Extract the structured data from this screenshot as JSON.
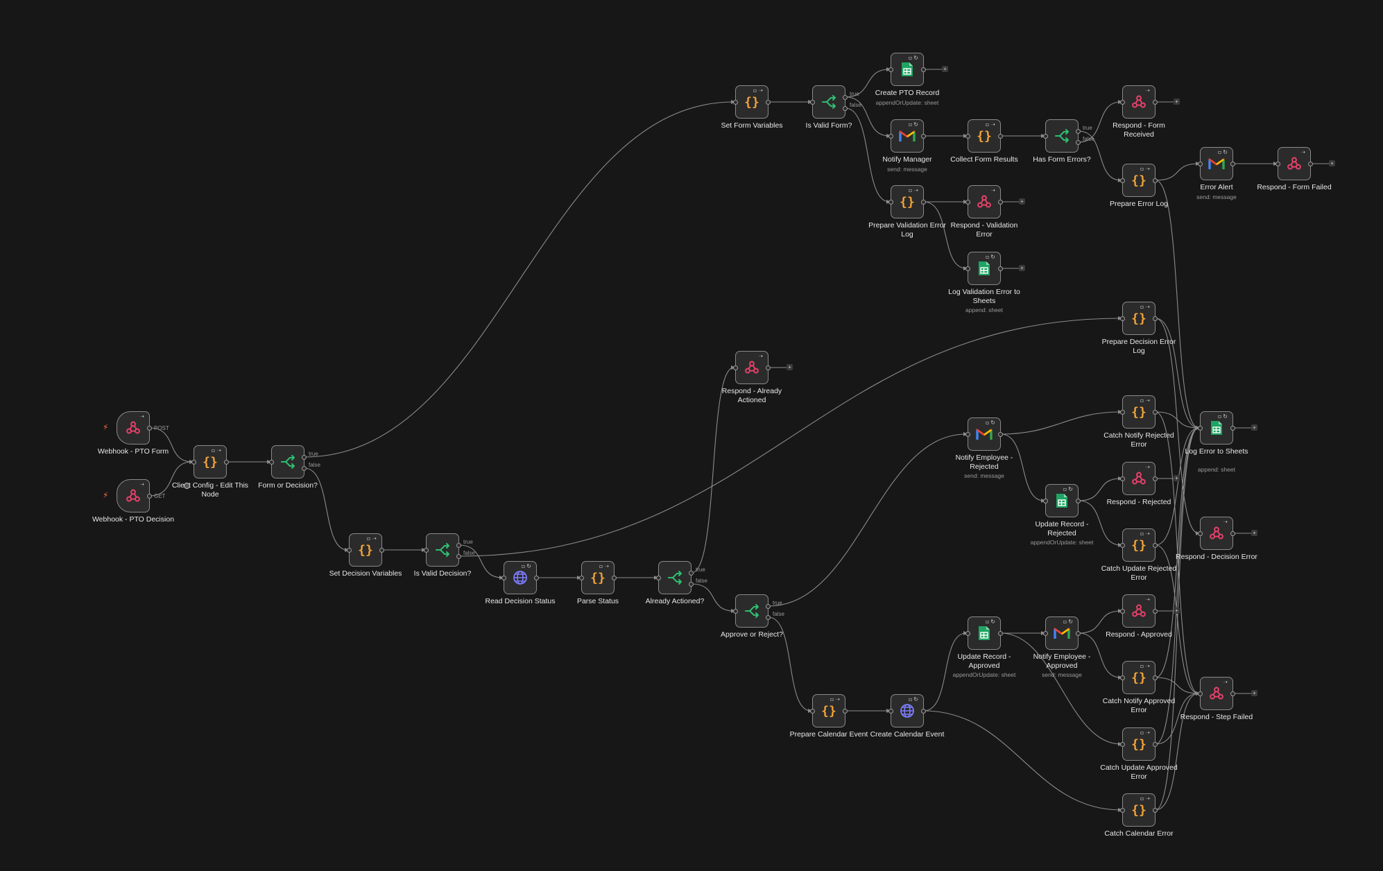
{
  "colors": {
    "background": "#171717",
    "node_fill": "#2b2b2b",
    "node_border": "#8a8a8a",
    "edge": "#8c8c8c",
    "webhook": "#e8416b",
    "code": "#f2a33a",
    "if": "#2fbf71",
    "sheets": "#1fa463",
    "http": "#7d7dff",
    "trigger_bolt": "#ff6d3a"
  },
  "nodes": [
    {
      "id": "wh_form",
      "title": "Webhook - PTO Form",
      "icon": "webhook-icon",
      "method": "POST",
      "trigger": true
    },
    {
      "id": "wh_dec",
      "title": "Webhook - PTO Decision",
      "icon": "webhook-icon",
      "method": "GET",
      "trigger": true
    },
    {
      "id": "client",
      "title": "Client Config - Edit This Node",
      "icon": "code-braces-icon"
    },
    {
      "id": "formdec",
      "title": "Form or Decision?",
      "icon": "if-branch-icon",
      "branches": [
        "true",
        "false"
      ]
    },
    {
      "id": "setform",
      "title": "Set Form Variables",
      "icon": "code-braces-icon"
    },
    {
      "id": "validform",
      "title": "Is Valid Form?",
      "icon": "if-branch-icon",
      "branches": [
        "true",
        "false"
      ]
    },
    {
      "id": "createpto",
      "title": "Create PTO Record",
      "sub": "appendOrUpdate: sheet",
      "icon": "sheets-icon"
    },
    {
      "id": "notifymgr",
      "title": "Notify Manager",
      "sub": "send: message",
      "icon": "gmail-icon"
    },
    {
      "id": "collect",
      "title": "Collect Form Results",
      "icon": "code-braces-icon"
    },
    {
      "id": "haserr",
      "title": "Has Form Errors?",
      "icon": "if-branch-icon",
      "branches": [
        "true",
        "false"
      ]
    },
    {
      "id": "resp_recv",
      "title": "Respond - Form Received",
      "icon": "webhook-icon"
    },
    {
      "id": "prep_err",
      "title": "Prepare Error Log",
      "icon": "code-braces-icon"
    },
    {
      "id": "err_alert",
      "title": "Error Alert",
      "sub": "send: message",
      "icon": "gmail-icon"
    },
    {
      "id": "resp_failed",
      "title": "Respond - Form Failed",
      "icon": "webhook-icon"
    },
    {
      "id": "prep_val",
      "title": "Prepare Validation Error Log",
      "icon": "code-braces-icon"
    },
    {
      "id": "resp_val",
      "title": "Respond - Validation Error",
      "icon": "webhook-icon"
    },
    {
      "id": "log_val",
      "title": "Log Validation Error to Sheets",
      "sub": "append: sheet",
      "icon": "sheets-icon"
    },
    {
      "id": "prep_dec_err",
      "title": "Prepare Decision Error Log",
      "icon": "code-braces-icon"
    },
    {
      "id": "resp_actioned",
      "title": "Respond - Already Actioned",
      "icon": "webhook-icon"
    },
    {
      "id": "setdec",
      "title": "Set Decision Variables",
      "icon": "code-braces-icon"
    },
    {
      "id": "validdec",
      "title": "Is Valid Decision?",
      "icon": "if-branch-icon",
      "branches": [
        "true",
        "false"
      ]
    },
    {
      "id": "readdec",
      "title": "Read Decision Status",
      "icon": "http-globe-icon"
    },
    {
      "id": "parse",
      "title": "Parse Status",
      "icon": "code-braces-icon"
    },
    {
      "id": "already",
      "title": "Already Actioned?",
      "icon": "if-branch-icon",
      "branches": [
        "true",
        "false"
      ]
    },
    {
      "id": "approve",
      "title": "Approve or Reject?",
      "icon": "if-branch-icon",
      "branches": [
        "true",
        "false"
      ]
    },
    {
      "id": "notify_rej",
      "title": "Notify Employee - Rejected",
      "sub": "send: message",
      "icon": "gmail-icon"
    },
    {
      "id": "catch_nr",
      "title": "Catch Notify Rejected Error",
      "icon": "code-braces-icon"
    },
    {
      "id": "upd_rej",
      "title": "Update Record - Rejected",
      "sub": "appendOrUpdate: sheet",
      "icon": "sheets-icon"
    },
    {
      "id": "resp_rej",
      "title": "Respond - Rejected",
      "icon": "webhook-icon"
    },
    {
      "id": "catch_ur",
      "title": "Catch Update Rejected Error",
      "icon": "code-braces-icon"
    },
    {
      "id": "log_err",
      "title": "Log Error to Sheets",
      "sub": "append: sheet",
      "icon": "sheets-icon"
    },
    {
      "id": "resp_dec_err",
      "title": "Respond - Decision Error",
      "icon": "webhook-icon"
    },
    {
      "id": "upd_app",
      "title": "Update Record - Approved",
      "sub": "appendOrUpdate: sheet",
      "icon": "sheets-icon"
    },
    {
      "id": "notify_app",
      "title": "Notify Employee - Approved",
      "sub": "send: message",
      "icon": "gmail-icon"
    },
    {
      "id": "resp_app",
      "title": "Respond - Approved",
      "icon": "webhook-icon"
    },
    {
      "id": "catch_na",
      "title": "Catch Notify Approved Error",
      "icon": "code-braces-icon"
    },
    {
      "id": "catch_ua",
      "title": "Catch Update Approved Error",
      "icon": "code-braces-icon"
    },
    {
      "id": "resp_step",
      "title": "Respond - Step Failed",
      "icon": "webhook-icon"
    },
    {
      "id": "prep_cal",
      "title": "Prepare Calendar Event",
      "icon": "code-braces-icon"
    },
    {
      "id": "create_cal",
      "title": "Create Calendar Event",
      "icon": "http-globe-icon"
    },
    {
      "id": "catch_cal",
      "title": "Catch Calendar Error",
      "icon": "code-braces-icon"
    }
  ],
  "connections": [
    [
      "wh_form",
      0,
      "client"
    ],
    [
      "wh_dec",
      0,
      "client"
    ],
    [
      "client",
      0,
      "formdec"
    ],
    [
      "formdec",
      0,
      "setform"
    ],
    [
      "formdec",
      1,
      "setdec"
    ],
    [
      "setform",
      0,
      "validform"
    ],
    [
      "validform",
      0,
      "createpto"
    ],
    [
      "validform",
      0,
      "notifymgr"
    ],
    [
      "validform",
      1,
      "prep_val"
    ],
    [
      "notifymgr",
      0,
      "collect"
    ],
    [
      "collect",
      0,
      "haserr"
    ],
    [
      "haserr",
      0,
      "prep_err"
    ],
    [
      "haserr",
      1,
      "resp_recv"
    ],
    [
      "prep_err",
      0,
      "err_alert"
    ],
    [
      "prep_err",
      0,
      "log_err"
    ],
    [
      "err_alert",
      0,
      "resp_failed"
    ],
    [
      "prep_val",
      0,
      "resp_val"
    ],
    [
      "prep_val",
      0,
      "log_val"
    ],
    [
      "setdec",
      0,
      "validdec"
    ],
    [
      "validdec",
      0,
      "readdec"
    ],
    [
      "validdec",
      1,
      "prep_dec_err"
    ],
    [
      "readdec",
      0,
      "parse"
    ],
    [
      "parse",
      0,
      "already"
    ],
    [
      "already",
      0,
      "resp_actioned"
    ],
    [
      "already",
      1,
      "approve"
    ],
    [
      "approve",
      0,
      "notify_rej"
    ],
    [
      "approve",
      1,
      "prep_cal"
    ],
    [
      "notify_rej",
      0,
      "catch_nr"
    ],
    [
      "notify_rej",
      0,
      "upd_rej"
    ],
    [
      "upd_rej",
      0,
      "resp_rej"
    ],
    [
      "upd_rej",
      0,
      "catch_ur"
    ],
    [
      "prep_cal",
      0,
      "create_cal"
    ],
    [
      "create_cal",
      0,
      "upd_app"
    ],
    [
      "create_cal",
      0,
      "catch_cal"
    ],
    [
      "upd_app",
      0,
      "notify_app"
    ],
    [
      "upd_app",
      0,
      "catch_ua"
    ],
    [
      "notify_app",
      0,
      "resp_app"
    ],
    [
      "notify_app",
      0,
      "catch_na"
    ],
    [
      "prep_dec_err",
      0,
      "log_err"
    ],
    [
      "catch_nr",
      0,
      "log_err"
    ],
    [
      "catch_ur",
      0,
      "log_err"
    ],
    [
      "catch_na",
      0,
      "log_err"
    ],
    [
      "catch_ua",
      0,
      "log_err"
    ],
    [
      "catch_cal",
      0,
      "log_err"
    ],
    [
      "prep_dec_err",
      0,
      "resp_dec_err"
    ],
    [
      "catch_nr",
      0,
      "resp_step"
    ],
    [
      "catch_ur",
      0,
      "resp_step"
    ],
    [
      "catch_na",
      0,
      "resp_step"
    ],
    [
      "catch_ua",
      0,
      "resp_step"
    ],
    [
      "catch_cal",
      0,
      "resp_step"
    ]
  ],
  "dangling": [
    "createpto",
    "resp_recv",
    "resp_failed",
    "resp_val",
    "log_val",
    "resp_actioned",
    "log_err",
    "resp_dec_err",
    "resp_step",
    "resp_rej",
    "resp_app"
  ]
}
